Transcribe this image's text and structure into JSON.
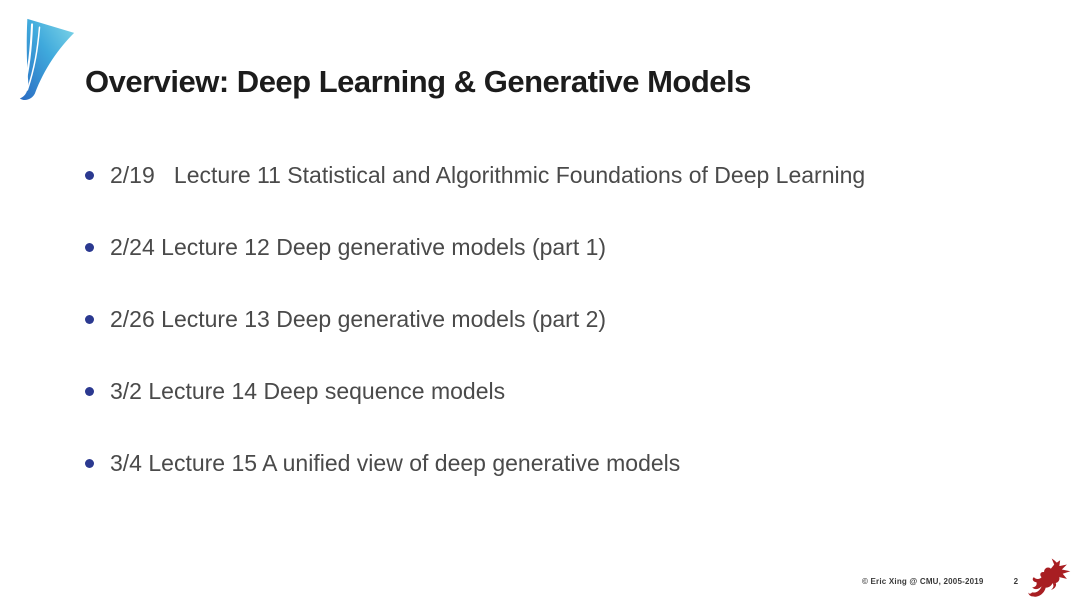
{
  "slide": {
    "title": "Overview: Deep Learning & Generative Models",
    "bullets": [
      "2/19   Lecture 11 Statistical and Algorithmic Foundations of Deep Learning",
      "2/24 Lecture 12 Deep generative models (part 1)",
      "2/26 Lecture 13 Deep generative models (part 2)",
      "3/2 Lecture 14 Deep sequence models",
      "3/4 Lecture 15 A unified view of deep generative models"
    ],
    "footer": {
      "copyright": "© Eric Xing @ CMU, 2005-2019",
      "page_number": "2"
    },
    "icons": {
      "top_left": "blue-sail-logo",
      "bullet": "navy-dot",
      "bottom_right": "red-dragon-logo"
    },
    "colors": {
      "background": "#ffffff",
      "title_text": "#1c1c1c",
      "body_text": "#4a4a4a",
      "bullet_dot": "#2b3990",
      "logo_teal": "#7fd6e6",
      "logo_blue": "#2a6bc2",
      "dragon_red": "#a81e22"
    }
  }
}
